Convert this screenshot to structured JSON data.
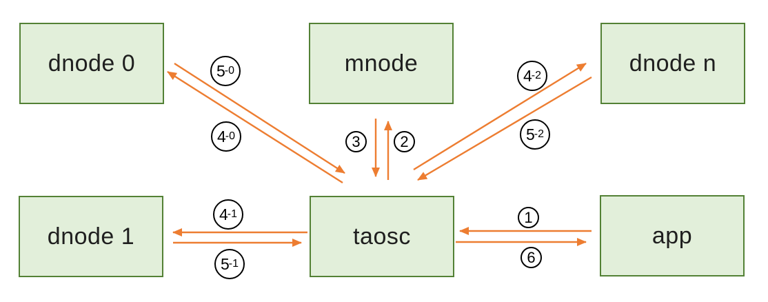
{
  "colors": {
    "node_fill": "#e2efda",
    "node_border": "#538135",
    "arrow": "#ed7d31",
    "badge_border": "#000000",
    "text": "#1f1f1f",
    "background": "#ffffff"
  },
  "nodes": {
    "dnode0": {
      "label": "dnode 0"
    },
    "mnode": {
      "label": "mnode"
    },
    "dnoden": {
      "label": "dnode n"
    },
    "dnode1": {
      "label": "dnode 1"
    },
    "taosc": {
      "label": "taosc"
    },
    "app": {
      "label": "app"
    }
  },
  "edges": [
    {
      "label": "5-0",
      "label_main": "5",
      "label_suffix": "-0",
      "from": "dnode 0",
      "to": "taosc"
    },
    {
      "label": "4-0",
      "label_main": "4",
      "label_suffix": "-0",
      "from": "taosc",
      "to": "dnode 0"
    },
    {
      "label": "3",
      "label_main": "3",
      "label_suffix": "",
      "from": "mnode",
      "to": "taosc"
    },
    {
      "label": "2",
      "label_main": "2",
      "label_suffix": "",
      "from": "taosc",
      "to": "mnode"
    },
    {
      "label": "4-2",
      "label_main": "4",
      "label_suffix": "-2",
      "from": "taosc",
      "to": "dnode n"
    },
    {
      "label": "5-2",
      "label_main": "5",
      "label_suffix": "-2",
      "from": "dnode n",
      "to": "taosc"
    },
    {
      "label": "4-1",
      "label_main": "4",
      "label_suffix": "-1",
      "from": "taosc",
      "to": "dnode 1"
    },
    {
      "label": "5-1",
      "label_main": "5",
      "label_suffix": "-1",
      "from": "dnode 1",
      "to": "taosc"
    },
    {
      "label": "1",
      "label_main": "1",
      "label_suffix": "",
      "from": "app",
      "to": "taosc"
    },
    {
      "label": "6",
      "label_main": "6",
      "label_suffix": "",
      "from": "taosc",
      "to": "app"
    }
  ]
}
